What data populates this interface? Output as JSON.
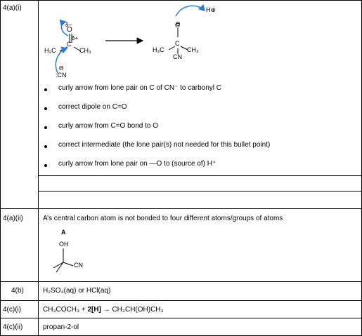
{
  "rows": [
    {
      "label": "4(a)(i)"
    },
    {
      "label": "4(a)(ii)",
      "text": "A’s central carbon atom is not bonded to four different atoms/groups of atoms",
      "struct_label": "A",
      "oh": "OH",
      "cn": "CN"
    },
    {
      "label": "4(b)",
      "answer": "H₂SO₄(aq) or HCl(aq)"
    },
    {
      "label": "4(c)(i)",
      "lhs": "CH₃COCH₃ + ",
      "bold": "2[H]",
      "arrow": "→",
      "rhs": "CH₃CH(OH)CH₃"
    },
    {
      "label": "4(c)(ii)",
      "answer": "propan-2-ol"
    }
  ],
  "mechanism": {
    "reactant": {
      "o": "O",
      "delta_minus": "δ−",
      "delta_plus": "δ+",
      "c": "C",
      "h3c": "H₃C",
      "ch3": "CH₃"
    },
    "nucleophile": {
      "lone": "ϴ",
      "cn": ":CN"
    },
    "intermediate": {
      "o": "O",
      "neg": "ϴ",
      "c": "C",
      "h3c": "H₃C",
      "ch3": "CH₃",
      "cn": "CN",
      "hplus": "H⊕"
    }
  },
  "bullets": [
    "curly arrow from lone pair on C of CN⁻ to carbonyl C",
    "correct dipole on C=O",
    "curly arrow from C=O bond to O",
    "correct intermediate  (the lone pair(s) not needed for this bullet point)",
    "curly arrow from lone pair on  —O to (source of) H⁺"
  ],
  "colors": {
    "arrow": "#2b7bd8",
    "line": "#000000"
  }
}
